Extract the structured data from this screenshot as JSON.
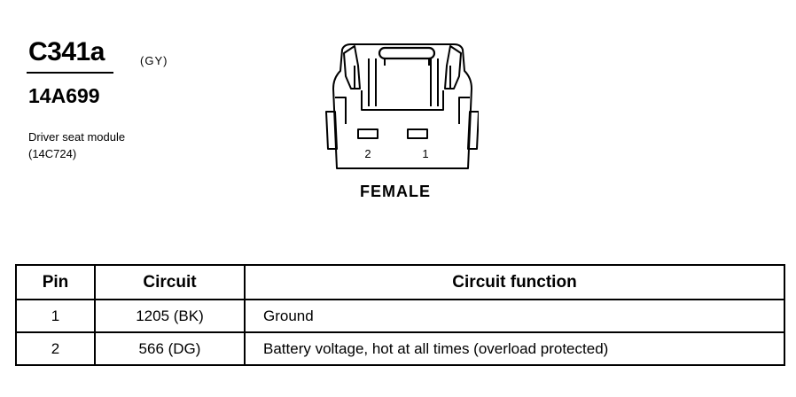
{
  "connector": {
    "id": "C341a",
    "color_code": "(GY)",
    "part_number": "14A699",
    "description_line1": "Driver seat module",
    "description_line2": "(14C724)",
    "pin_label_2": "2",
    "pin_label_1": "1",
    "gender": "FEMALE"
  },
  "table": {
    "headers": {
      "pin": "Pin",
      "circuit": "Circuit",
      "function": "Circuit function"
    },
    "rows": [
      {
        "pin": "1",
        "circuit": "1205 (BK)",
        "function": "Ground"
      },
      {
        "pin": "2",
        "circuit": "566 (DG)",
        "function": "Battery voltage, hot at all times (overload protected)"
      }
    ]
  }
}
